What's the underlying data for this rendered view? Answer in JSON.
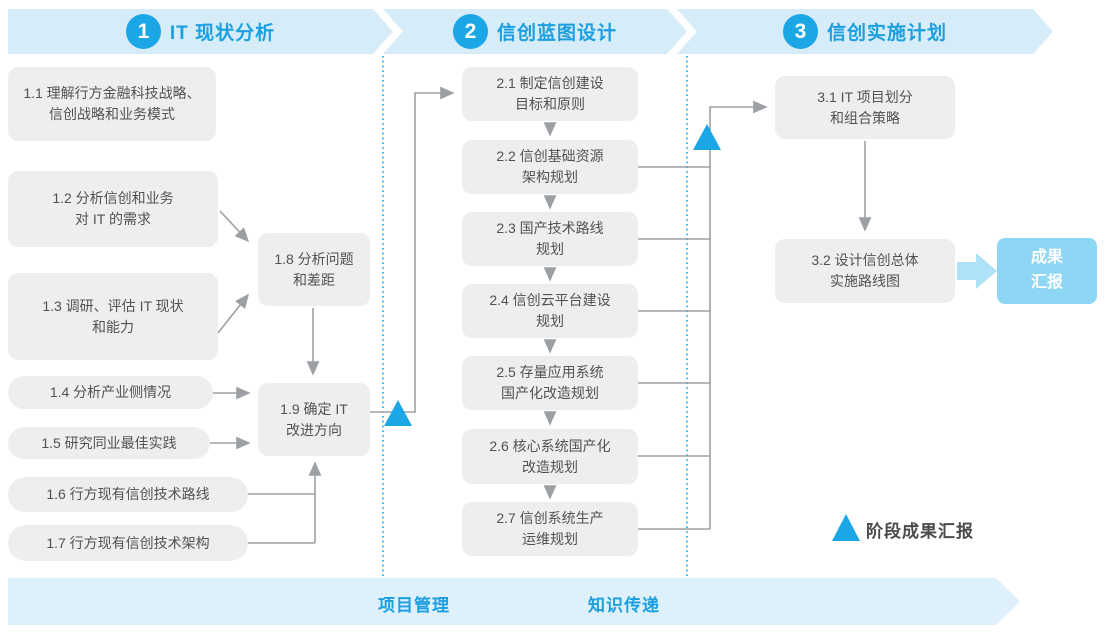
{
  "phases": [
    {
      "number": "1",
      "title": "IT 现状分析"
    },
    {
      "number": "2",
      "title": "信创蓝图设计"
    },
    {
      "number": "3",
      "title": "信创实施计划"
    }
  ],
  "steps": {
    "s1_1": "1.1 理解行方金融科技战略、\n信创战略和业务模式",
    "s1_2": "1.2 分析信创和业务\n对 IT 的需求",
    "s1_3": "1.3 调研、评估 IT 现状\n和能力",
    "s1_4": "1.4 分析产业侧情况",
    "s1_5": "1.5 研究同业最佳实践",
    "s1_6": "1.6 行方现有信创技术路线",
    "s1_7": "1.7 行方现有信创技术架构",
    "s1_8": "1.8 分析问题\n和差距",
    "s1_9": "1.9 确定 IT\n改进方向",
    "s2_1": "2.1 制定信创建设\n目标和原则",
    "s2_2": "2.2 信创基础资源\n架构规划",
    "s2_3": "2.3 国产技术路线\n规划",
    "s2_4": "2.4 信创云平台建设\n规划",
    "s2_5": "2.5 存量应用系统\n国产化改造规划",
    "s2_6": "2.6 核心系统国产化\n改造规划",
    "s2_7": "2.7 信创系统生产\n运维规划",
    "s3_1": "3.1 IT 项目划分\n和组合策略",
    "s3_2": "3.2 设计信创总体\n实施路线图"
  },
  "result_box_label": "成果\n汇报",
  "footer": {
    "left_label": "项目管理",
    "right_label": "知识传递"
  },
  "legend": {
    "milestone_label": "阶段成果汇报"
  },
  "colors": {
    "accent_blue": "#1BA7E6",
    "heading_blue": "#1B9FE0",
    "banner_bg": "#D7ECF9",
    "footer_bg": "#DEF0FA",
    "box_bg": "#EEEEEF",
    "box_text": "#515254",
    "connector_gray": "#9CA0A4",
    "result_bg": "#8DD7F4",
    "result_arrow": "#AFE2F8",
    "legend_text": "#4A4B4D"
  }
}
